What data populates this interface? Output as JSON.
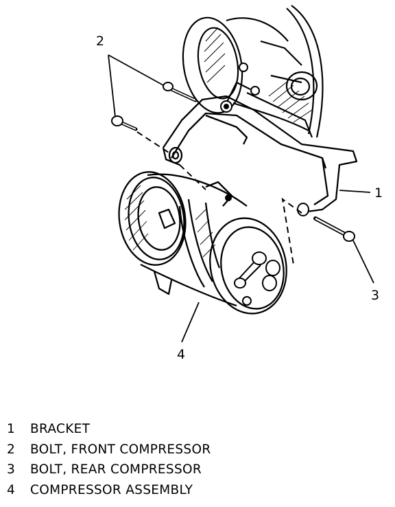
{
  "callouts": {
    "c1": "1",
    "c2": "2",
    "c3": "3",
    "c4": "4"
  },
  "legend": [
    {
      "number": "1",
      "label": "BRACKET"
    },
    {
      "number": "2",
      "label": "BOLT, FRONT COMPRESSOR"
    },
    {
      "number": "3",
      "label": "BOLT, REAR COMPRESSOR"
    },
    {
      "number": "4",
      "label": "COMPRESSOR ASSEMBLY"
    }
  ]
}
